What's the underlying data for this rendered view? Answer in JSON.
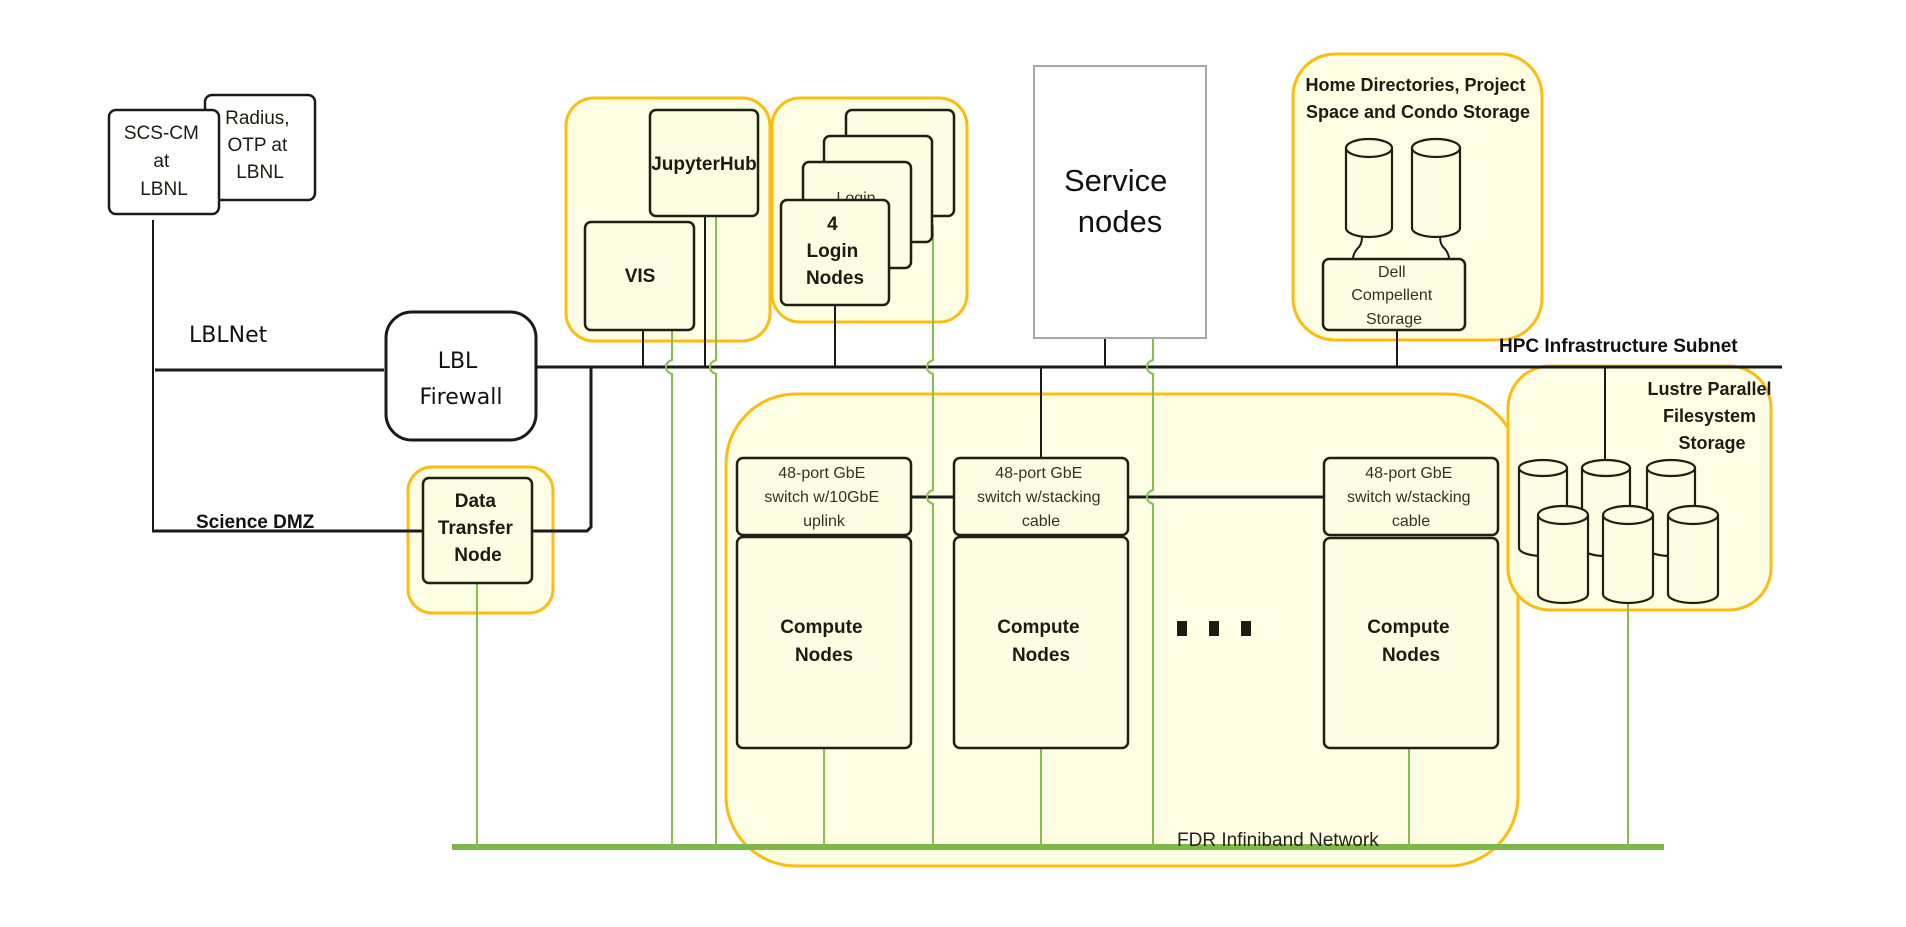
{
  "diagram": {
    "type": "network-architecture",
    "networks": {
      "lblnet": "LBLNet",
      "science_dmz": "Science DMZ",
      "hpc_subnet": "HPC Infrastructure Subnet",
      "infiniband": "FDR Infiniband Network"
    },
    "external": {
      "scs_cm": [
        "SCS-CM",
        "at",
        "LBNL"
      ],
      "radius": [
        "Radius,",
        "OTP at",
        "LBNL"
      ]
    },
    "firewall": [
      "LBL",
      "Firewall"
    ],
    "dtn": [
      "Data",
      "Transfer",
      "Node"
    ],
    "vis": "VIS",
    "jupyterhub": "JupyterHub",
    "login": {
      "label": [
        "4",
        "Login",
        "Nodes"
      ],
      "hidden_label": "Login",
      "count": 4
    },
    "service_nodes": [
      "Service",
      "nodes"
    ],
    "home_storage": {
      "title": [
        "Home Directories, Project",
        "Space and Condo Storage"
      ],
      "controller": [
        "Dell",
        "Compellent",
        "Storage"
      ]
    },
    "lustre": {
      "title": [
        "Lustre Parallel",
        "Filesystem",
        "Storage"
      ]
    },
    "racks": [
      {
        "switch": [
          "48-port GbE",
          "switch w/10GbE",
          "uplink"
        ],
        "nodes": [
          "Compute",
          "Nodes"
        ]
      },
      {
        "switch": [
          "48-port GbE",
          "switch w/stacking",
          "cable"
        ],
        "nodes": [
          "Compute",
          "Nodes"
        ]
      },
      {
        "switch": [
          "48-port GbE",
          "switch w/stacking",
          "cable"
        ],
        "nodes": [
          "Compute",
          "Nodes"
        ]
      }
    ],
    "ellipsis": "■ ■ ■",
    "colors": {
      "group_outline": "#fcbd0f",
      "group_fill": "#fefee4",
      "ethernet": "#1a1a1a",
      "infiniband": "#7cb84a"
    }
  }
}
